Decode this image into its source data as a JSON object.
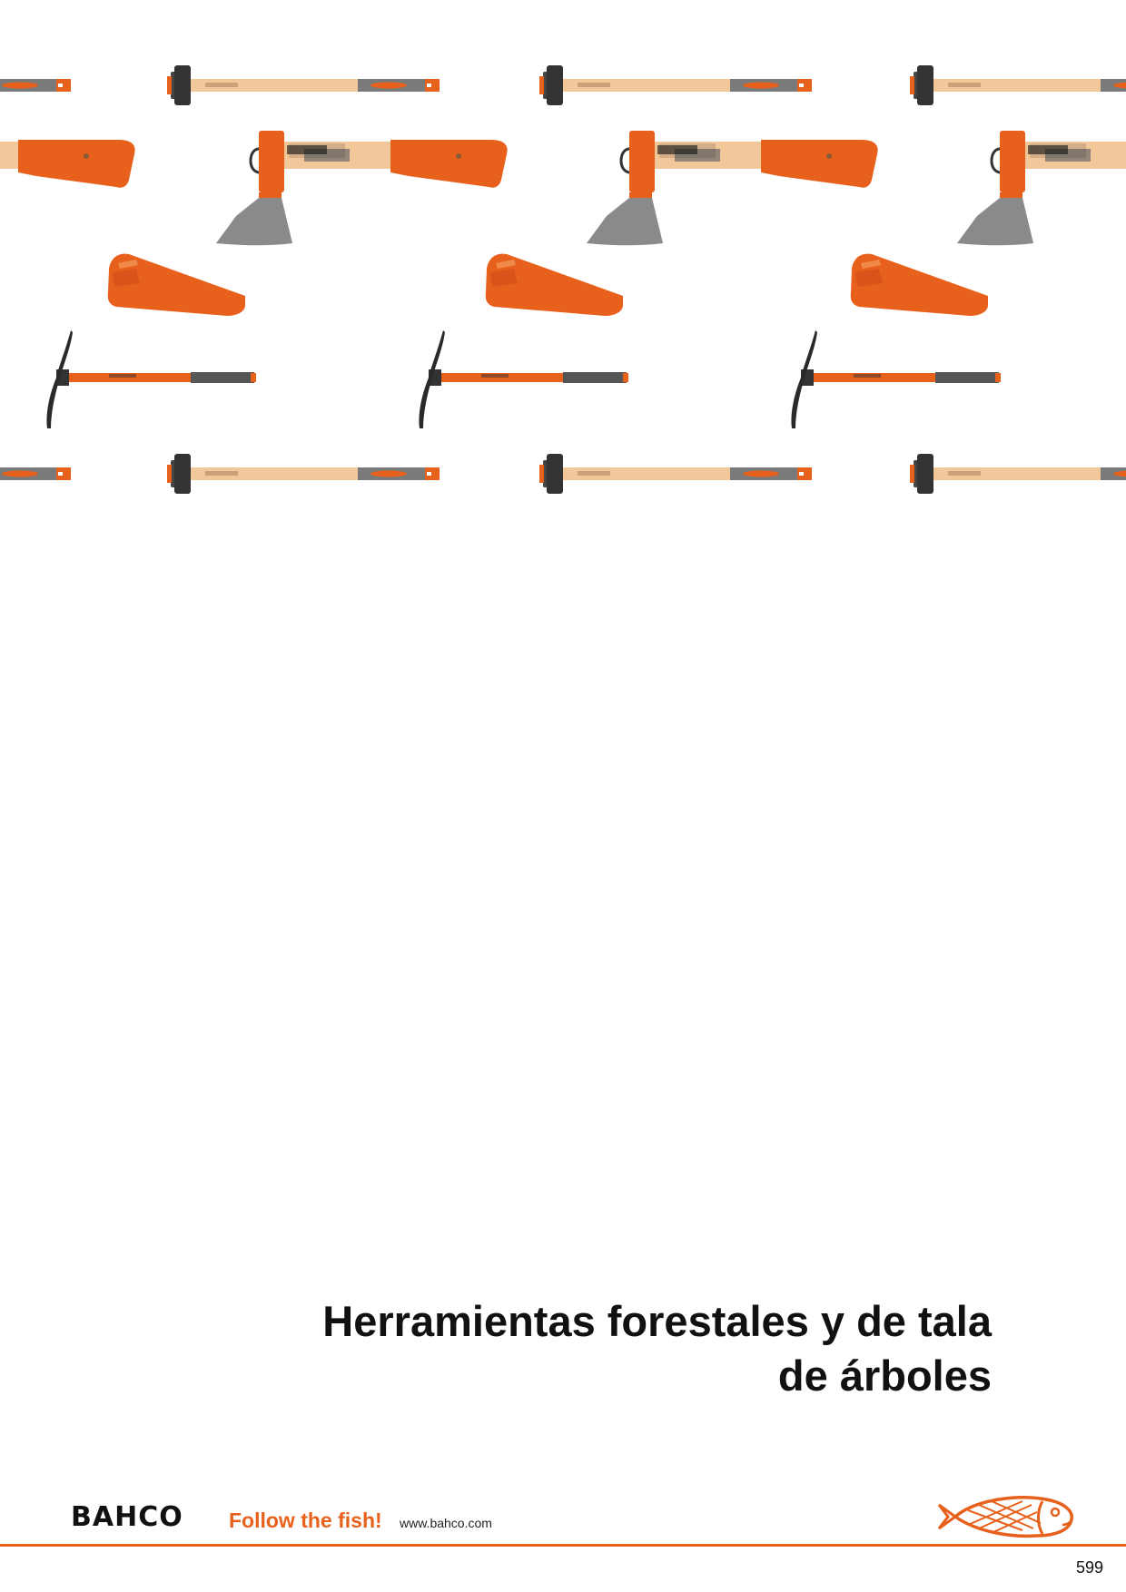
{
  "page": {
    "title_lines": [
      "Herramientas forestales y de tala",
      "de árboles"
    ],
    "page_number": "599"
  },
  "footer": {
    "brand": "BAHCO",
    "slogan": "Follow the fish!",
    "website": "www.bahco.com",
    "icon": "fish-icon"
  },
  "colors": {
    "accent": "#e8611c",
    "handle_wood": "#f2c79a",
    "steel": "#6e6e6e",
    "grip": "#7a7a7a"
  },
  "pattern": {
    "icons": [
      "sledgehammer-icon",
      "axe-icon",
      "felling-wedge-icon",
      "pickaxe-icon"
    ]
  }
}
